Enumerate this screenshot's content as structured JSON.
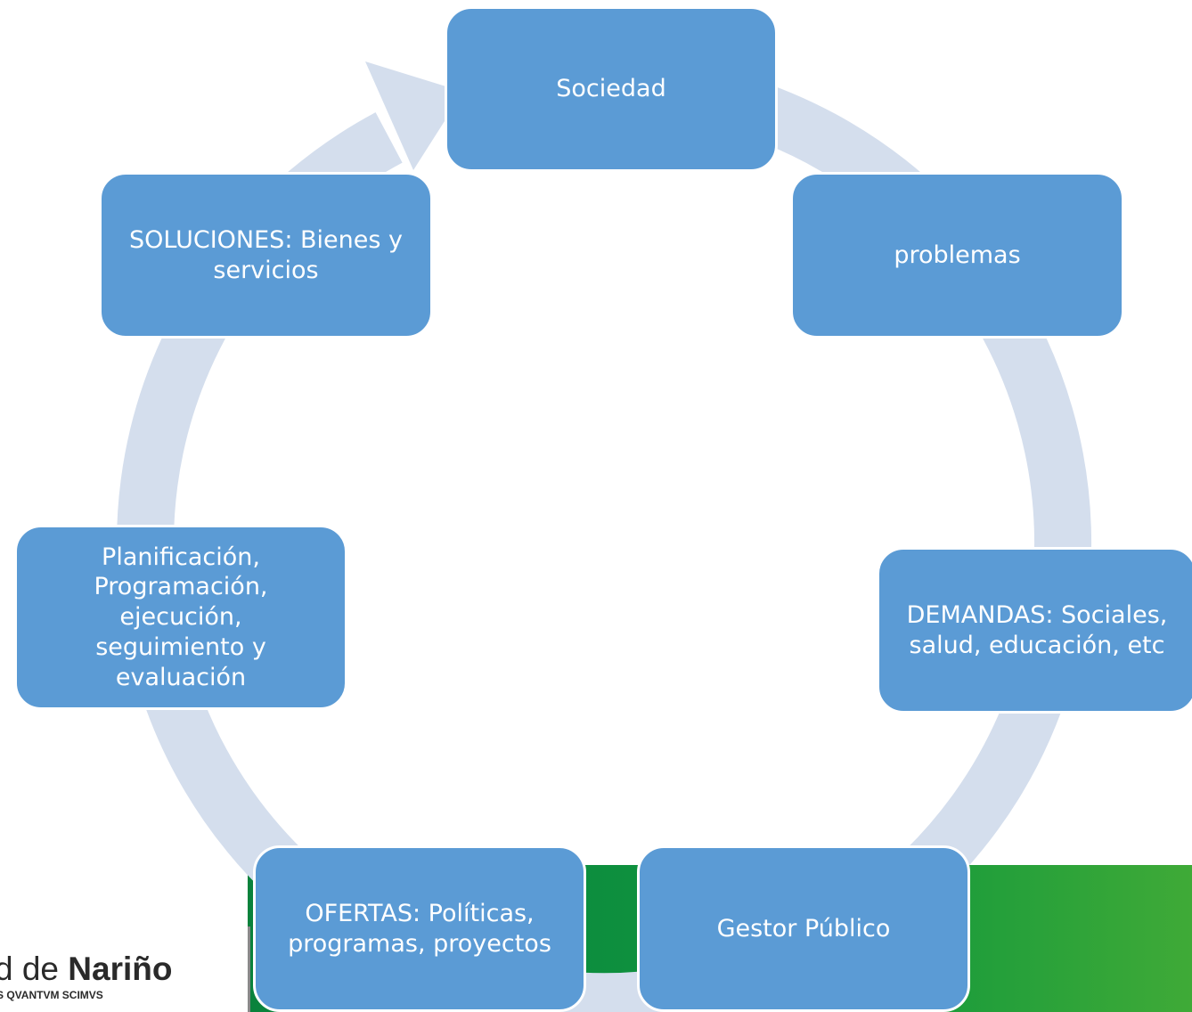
{
  "diagram": {
    "nodes": [
      {
        "id": "sociedad",
        "label": "Sociedad"
      },
      {
        "id": "problemas",
        "label": "problemas"
      },
      {
        "id": "demandas",
        "label": "DEMANDAS: Sociales, salud, educación, etc"
      },
      {
        "id": "gestor",
        "label": "Gestor Público"
      },
      {
        "id": "ofertas",
        "label": "OFERTAS: Políticas, programas, proyectos"
      },
      {
        "id": "planificacion",
        "label": "Planificación, Programación, ejecución, seguimiento y evaluación"
      },
      {
        "id": "soluciones",
        "label": "SOLUCIONES: Bienes y servicios"
      }
    ]
  },
  "footer": {
    "logo_prefix": "d de ",
    "logo_name": "Nariño",
    "motto": "S QVANTVM SCIMVS"
  },
  "colors": {
    "node_fill": "#5b9bd5",
    "ring": "#d4deed",
    "footer_green": "#0b8c3f"
  }
}
